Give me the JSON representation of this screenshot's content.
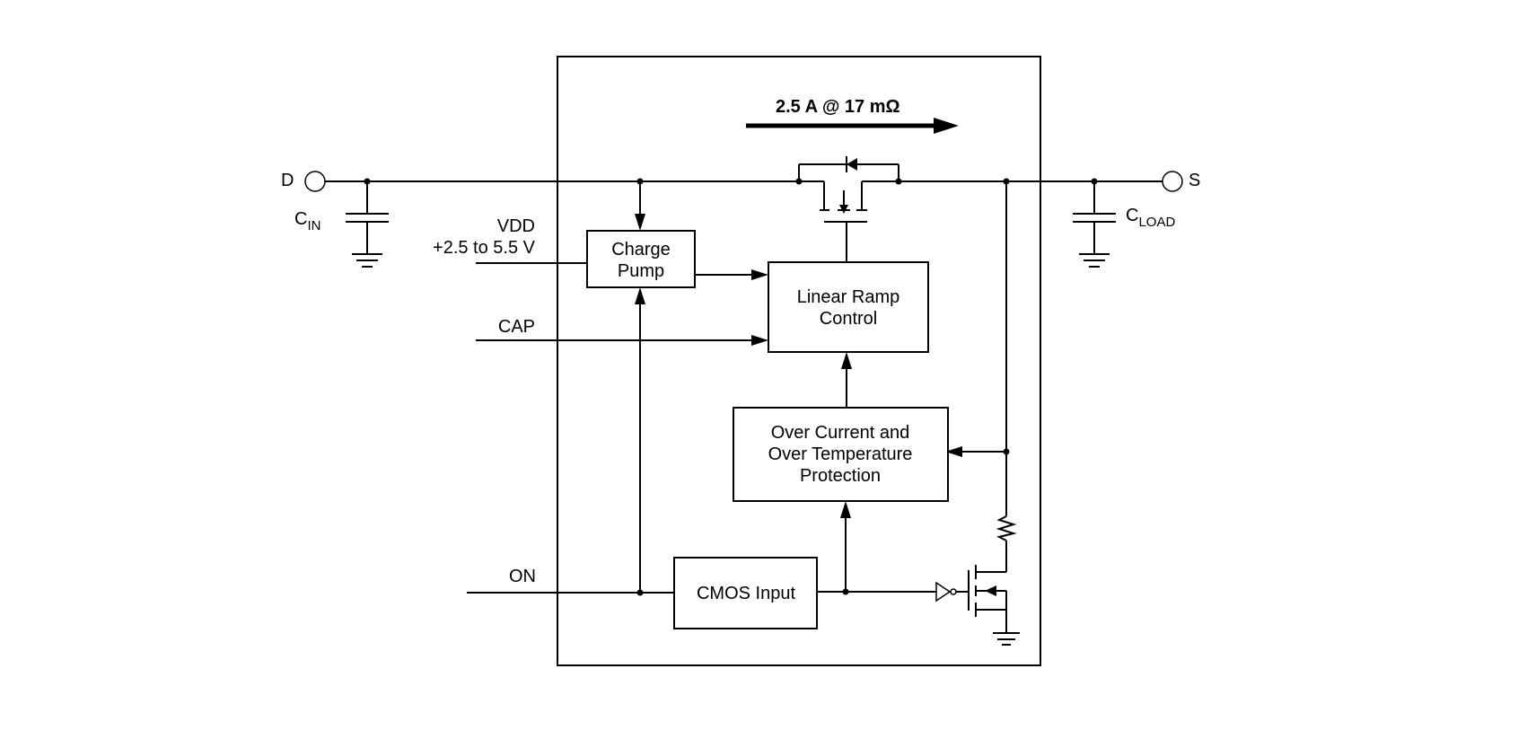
{
  "pins": {
    "d": "D",
    "s": "S",
    "vdd": "VDD",
    "vdd_range": "+2.5 to 5.5 V",
    "cap": "CAP",
    "on": "ON"
  },
  "capacitors": {
    "cin_main": "C",
    "cin_sub": "IN",
    "cload_main": "C",
    "cload_sub": "LOAD"
  },
  "spec": "2.5 A @ 17 mΩ",
  "blocks": {
    "charge_pump_line1": "Charge",
    "charge_pump_line2": "Pump",
    "linear_ramp_line1": "Linear Ramp",
    "linear_ramp_line2": "Control",
    "protection_line1": "Over Current and",
    "protection_line2": "Over Temperature",
    "protection_line3": "Protection",
    "cmos_input": "CMOS Input"
  }
}
